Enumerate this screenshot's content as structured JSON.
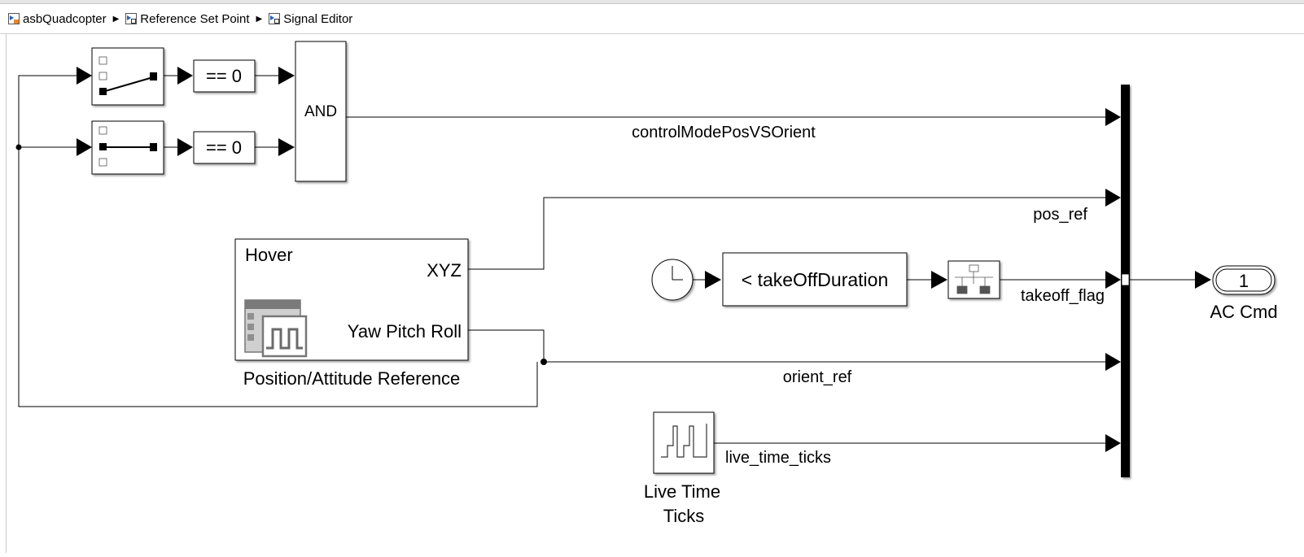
{
  "breadcrumb": [
    {
      "label": "asbQuadcopter",
      "icon": "model-icon"
    },
    {
      "label": "Reference Set Point",
      "icon": "subsystem-icon"
    },
    {
      "label": "Signal Editor",
      "icon": "subsystem-icon"
    }
  ],
  "blocks": {
    "compare1": "== 0",
    "compare2": "== 0",
    "logic": "AND",
    "signal_block": {
      "title": "Hover",
      "out1": "XYZ",
      "out2": "Yaw Pitch Roll",
      "name": "Position/Attitude Reference"
    },
    "relational": "< takeOffDuration",
    "live_time": {
      "line1": "Live Time",
      "line2": "Ticks"
    },
    "outport": {
      "number": "1",
      "name": "AC Cmd"
    }
  },
  "signals": {
    "s1": "controlModePosVSOrient",
    "s2": "pos_ref",
    "s3": "takeoff_flag",
    "s4": "orient_ref",
    "s5": "live_time_ticks"
  }
}
